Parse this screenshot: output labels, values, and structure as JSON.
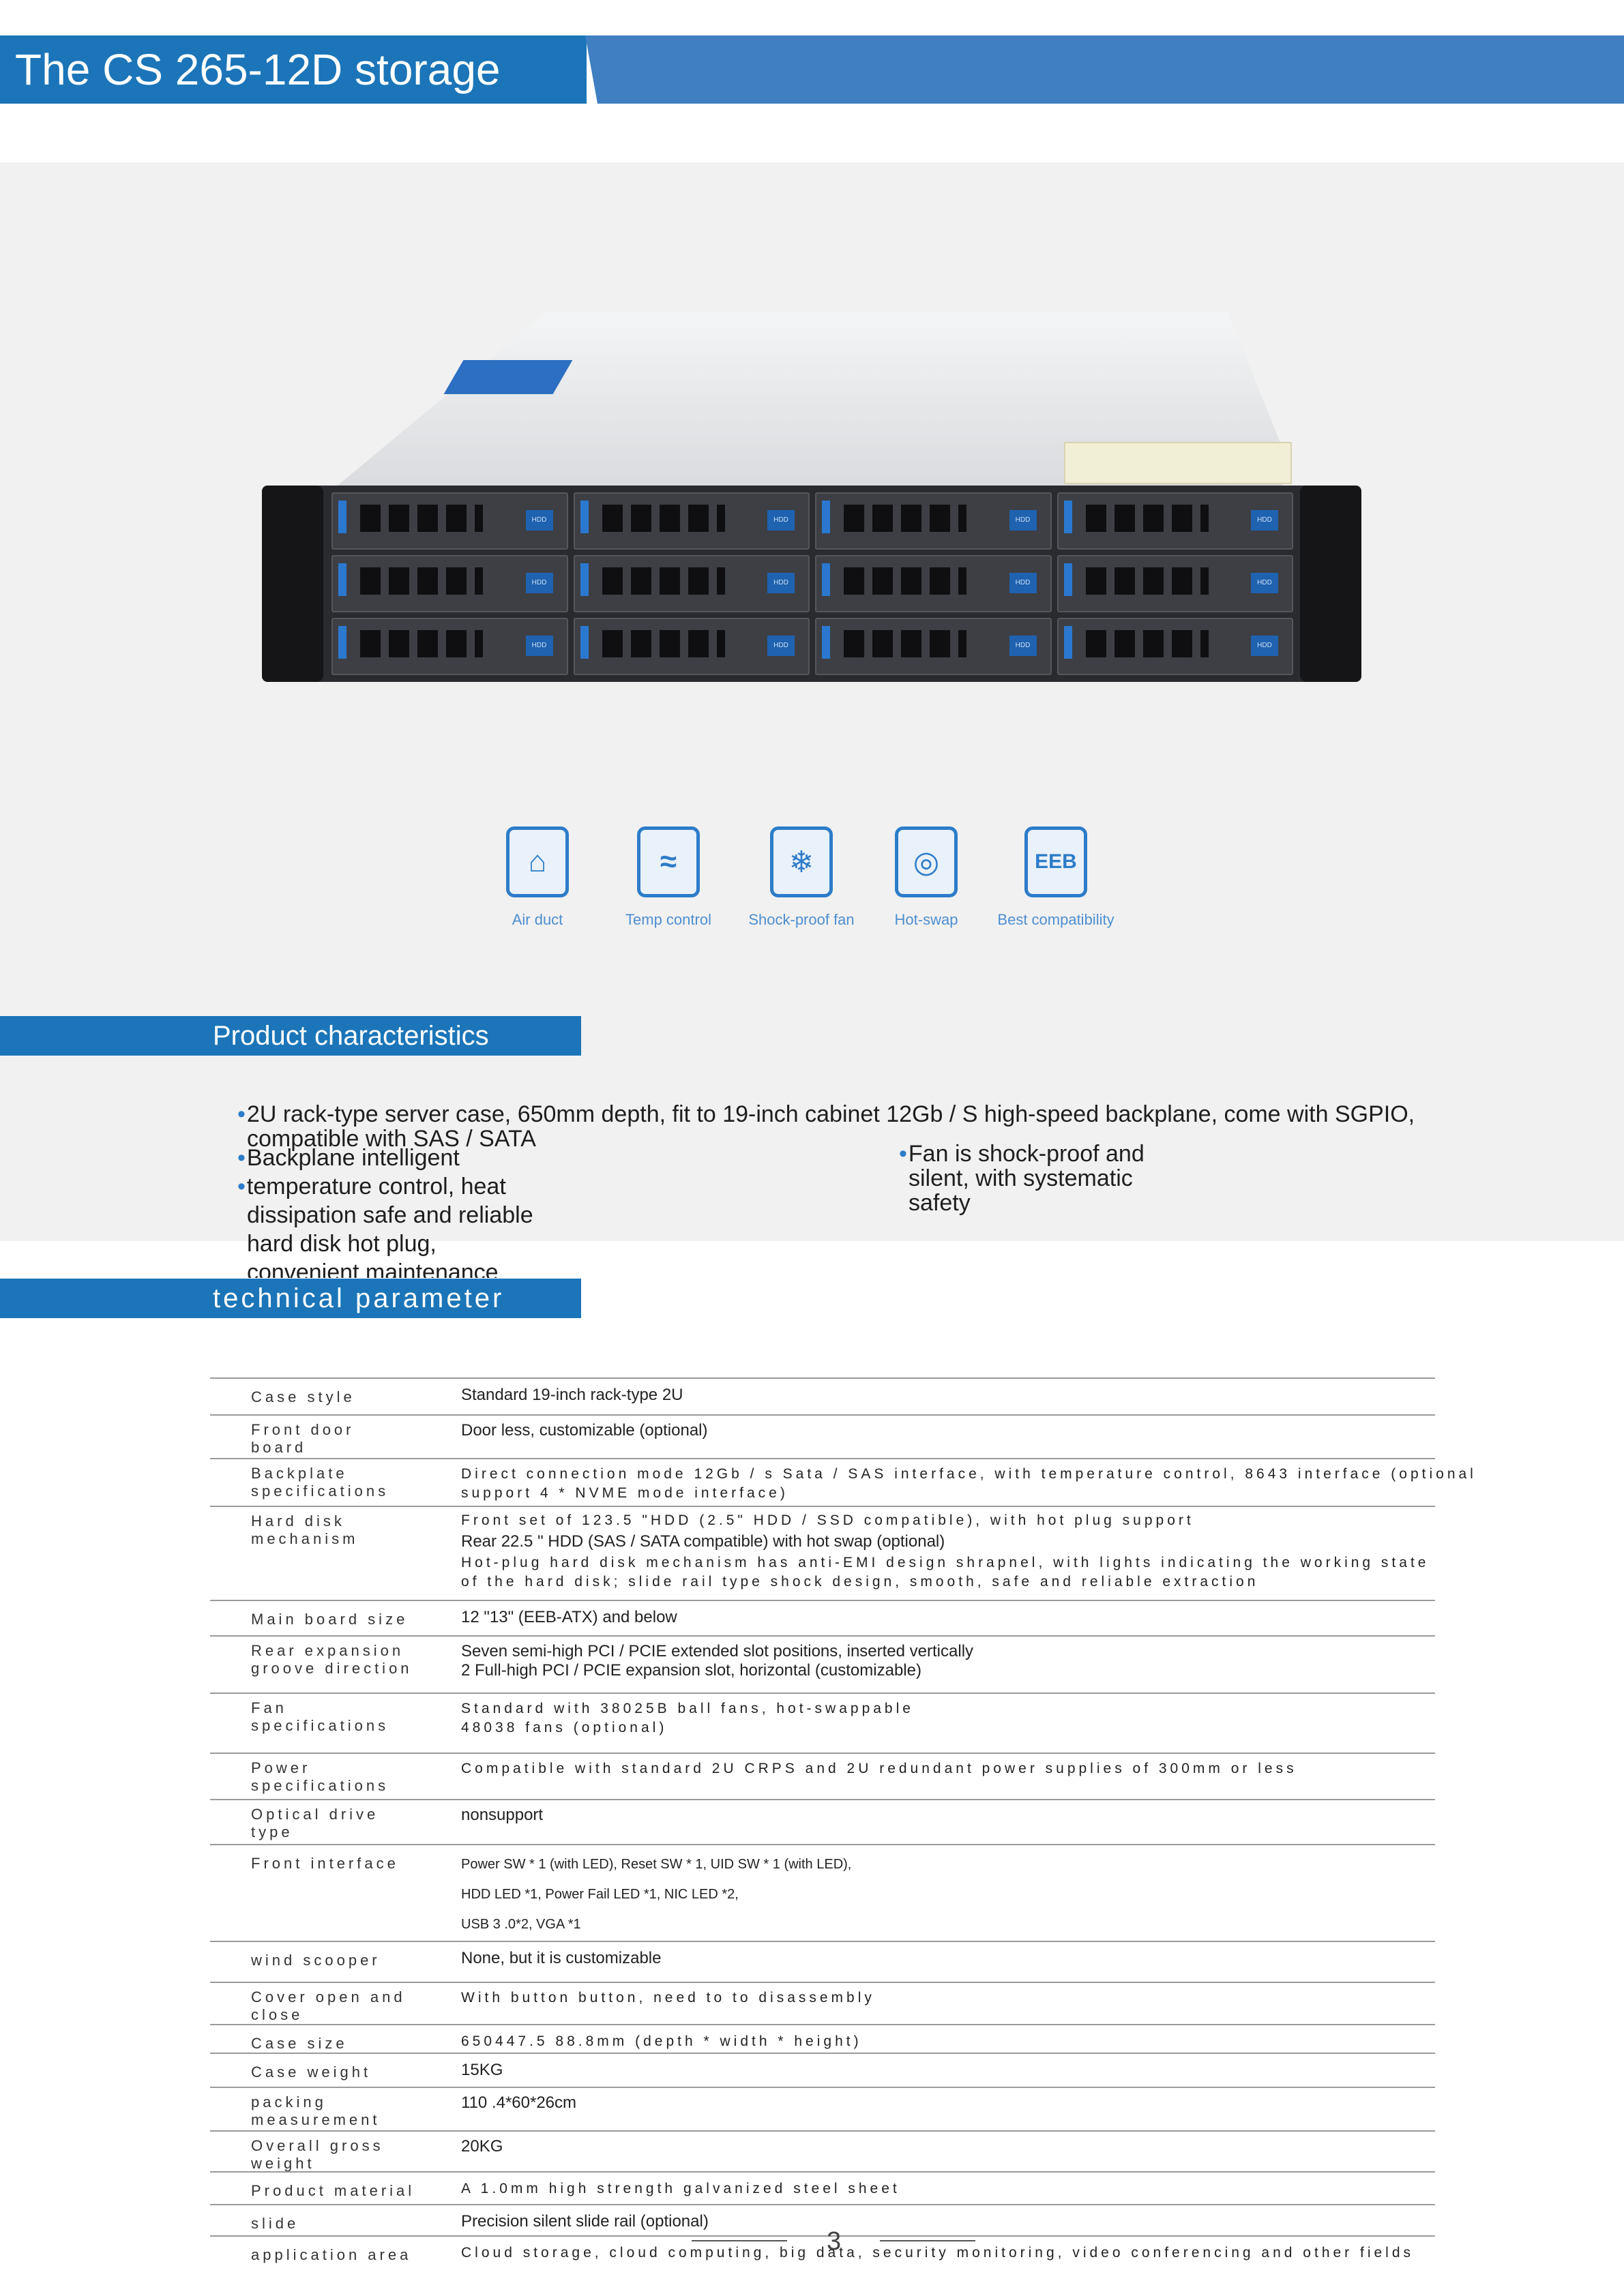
{
  "header": {
    "title": "The CS 265-12D storage"
  },
  "product_image": {
    "bay_label": "HDD"
  },
  "features": [
    {
      "label": "Air duct",
      "icon": "air-duct-icon",
      "glyph": "⌂"
    },
    {
      "label": "Temp control",
      "icon": "chip-temp-icon",
      "glyph": "≈"
    },
    {
      "label": "Shock-proof fan",
      "icon": "fan-icon",
      "glyph": "❄"
    },
    {
      "label": "Hot-swap",
      "icon": "hard-disk-icon",
      "glyph": "◎"
    },
    {
      "label": "Best compatibility",
      "icon": "eeb-icon",
      "glyph": "EEB"
    }
  ],
  "characteristics": {
    "heading": "Product characteristics",
    "line1": "2U rack-type server case, 650mm depth, fit to 19-inch cabinet 12Gb / S high-speed backplane, come with SGPIO,",
    "line2": "compatible with SAS / SATA",
    "line3": "Backplane intelligent",
    "line4": "temperature control, heat",
    "line5": "dissipation safe and reliable",
    "line6": "hard disk hot plug,",
    "line7": "convenient maintenance",
    "right1": "Fan is shock-proof and",
    "right2": "silent, with systematic",
    "right3": "safety"
  },
  "technical": {
    "heading": "technical parameter",
    "rows": [
      {
        "label": [
          "Case style"
        ],
        "values": [
          "Standard 19-inch rack-type 2U"
        ]
      },
      {
        "label": [
          "Front door",
          "board"
        ],
        "values": [
          "Door less, customizable (optional)"
        ]
      },
      {
        "label": [
          "Backplate",
          "specifications"
        ],
        "values": [
          "Direct connection mode 12Gb / s Sata / SAS interface, with temperature control, 8643 interface (optional",
          "support 4 * NVME mode interface)"
        ]
      },
      {
        "label": [
          "Hard disk",
          "mechanism"
        ],
        "values": [
          "Front set of 123.5 \"HDD (2.5\" HDD / SSD compatible), with hot plug support",
          "Rear 22.5 \" HDD (SAS / SATA compatible) with hot swap (optional)",
          "Hot-plug hard disk mechanism has anti-EMI design shrapnel, with lights indicating the working state",
          "of the hard disk; slide rail type shock design, smooth, safe and reliable extraction"
        ]
      },
      {
        "label": [
          "Main board size"
        ],
        "values": [
          "12 \"13\" (EEB-ATX) and below"
        ]
      },
      {
        "label": [
          "Rear expansion",
          "groove direction"
        ],
        "values": [
          "Seven semi-high PCI / PCIE extended slot positions, inserted vertically",
          "2 Full-high PCI / PCIE expansion slot, horizontal (customizable)"
        ]
      },
      {
        "label": [
          "Fan",
          "specifications"
        ],
        "values": [
          "Standard with 38025B ball fans, hot-swappable",
          "48038 fans (optional)"
        ]
      },
      {
        "label": [
          "Power",
          "specifications"
        ],
        "values": [
          "Compatible with standard 2U CRPS and 2U redundant power supplies of 300mm or less"
        ]
      },
      {
        "label": [
          "Optical drive",
          "type"
        ],
        "values": [
          "nonsupport"
        ]
      },
      {
        "label": [
          "Front interface"
        ],
        "values": [
          "Power SW * 1 (with LED), Reset SW * 1, UID SW * 1 (with LED),",
          "HDD  LED *1,     Power  Fail  LED *1, NIC  LED *2,",
          "USB  3 .0*2, VGA *1"
        ]
      },
      {
        "label": [
          "wind scooper"
        ],
        "values": [
          "None, but it is customizable"
        ]
      },
      {
        "label": [
          "Cover open and",
          "close"
        ],
        "values": [
          "With button button, need to to disassembly"
        ]
      },
      {
        "label": [
          "Case size"
        ],
        "values": [
          "650447.5 88.8mm (depth * width * height)"
        ]
      },
      {
        "label": [
          "Case weight"
        ],
        "values": [
          "15KG"
        ]
      },
      {
        "label": [
          "packing",
          "measurement"
        ],
        "values": [
          "110 .4*60*26cm"
        ]
      },
      {
        "label": [
          "Overall gross",
          "weight"
        ],
        "values": [
          "20KG"
        ]
      },
      {
        "label": [
          "Product material"
        ],
        "values": [
          "A 1.0mm high strength galvanized steel sheet"
        ]
      },
      {
        "label": [
          "slide"
        ],
        "values": [
          "Precision silent slide rail (optional)"
        ]
      },
      {
        "label": [
          "application area"
        ],
        "values": [
          "Cloud storage, cloud computing, big data, security monitoring, video conferencing and other fields"
        ]
      }
    ]
  },
  "page_number": "3",
  "colors": {
    "banner": "#1b75b8",
    "banner_right": "#3f7fc2",
    "accent": "#2d7cc9",
    "panel": "#f1f1f1"
  }
}
